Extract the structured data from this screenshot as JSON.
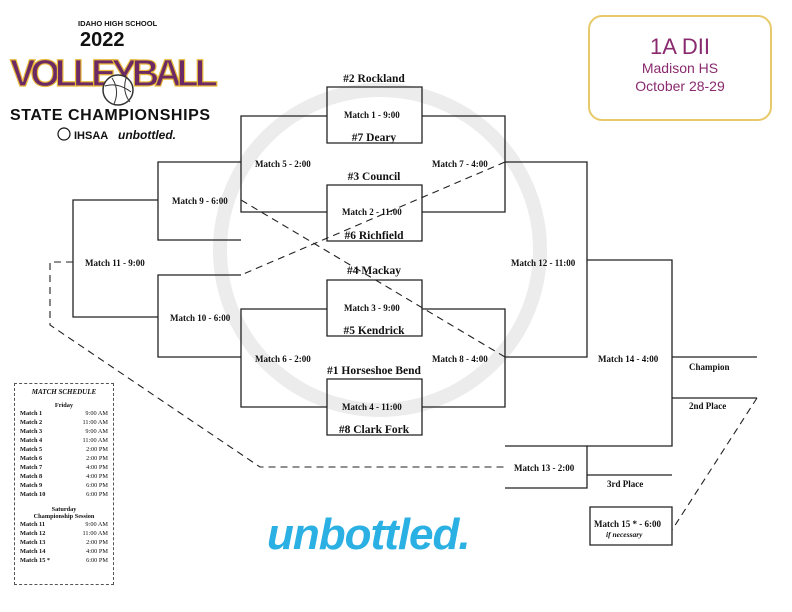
{
  "logo": {
    "school_text": "IDAHO HIGH SCHOOL",
    "year": "2022",
    "sport": "VOLLEYBALL",
    "event": "STATE CHAMPIONSHIPS",
    "org": "IHSAA",
    "sponsor": "unbottled."
  },
  "info": {
    "division": "1A DII",
    "venue": "Madison HS",
    "dates": "October 28-29"
  },
  "teams": {
    "t1": "#2 Rockland",
    "t2": "#7 Deary",
    "t3": "#3 Council",
    "t4": "#6 Richfield",
    "t5": "#4 Mackay",
    "t6": "#5 Kendrick",
    "t7": "#1 Horseshoe Bend",
    "t8": "#8 Clark Fork"
  },
  "matches": {
    "m1": "Match 1 - 9:00",
    "m2": "Match 2 - 11:00",
    "m3": "Match 3 - 9:00",
    "m4": "Match 4 - 11:00",
    "m5": "Match 5 - 2:00",
    "m6": "Match 6 - 2:00",
    "m7": "Match 7 - 4:00",
    "m8": "Match 8 - 4:00",
    "m9": "Match 9 - 6:00",
    "m10": "Match 10 - 6:00",
    "m11": "Match 11 - 9:00",
    "m12": "Match 12 - 11:00",
    "m13": "Match 13 - 2:00",
    "m14": "Match 14 - 4:00",
    "m15": "Match 15 * - 6:00",
    "m15_note": "if necessary"
  },
  "places": {
    "champion": "Champion",
    "second": "2nd Place",
    "third": "3rd Place"
  },
  "schedule": {
    "title": "MATCH SCHEDULE",
    "friday_label": "Friday",
    "friday": [
      {
        "match": "Match 1",
        "time": "9:00 AM"
      },
      {
        "match": "Match 2",
        "time": "11:00 AM"
      },
      {
        "match": "Match 3",
        "time": "9:00 AM"
      },
      {
        "match": "Match 4",
        "time": "11:00 AM"
      },
      {
        "match": "Match 5",
        "time": "2:00 PM"
      },
      {
        "match": "Match 6",
        "time": "2:00 PM"
      },
      {
        "match": "Match 7",
        "time": "4:00 PM"
      },
      {
        "match": "Match 8",
        "time": "4:00 PM"
      },
      {
        "match": "Match 9",
        "time": "6:00 PM"
      },
      {
        "match": "Match 10",
        "time": "6:00 PM"
      }
    ],
    "saturday_label": "Saturday",
    "saturday_sub": "Championship Session",
    "saturday": [
      {
        "match": "Match 11",
        "time": "9:00 AM"
      },
      {
        "match": "Match 12",
        "time": "11:00 AM"
      },
      {
        "match": "Match 13",
        "time": "2:00 PM"
      },
      {
        "match": "Match 14",
        "time": "4:00 PM"
      },
      {
        "match": "Match 15 *",
        "time": "6:00 PM"
      }
    ]
  },
  "brand_text": "unbottled."
}
